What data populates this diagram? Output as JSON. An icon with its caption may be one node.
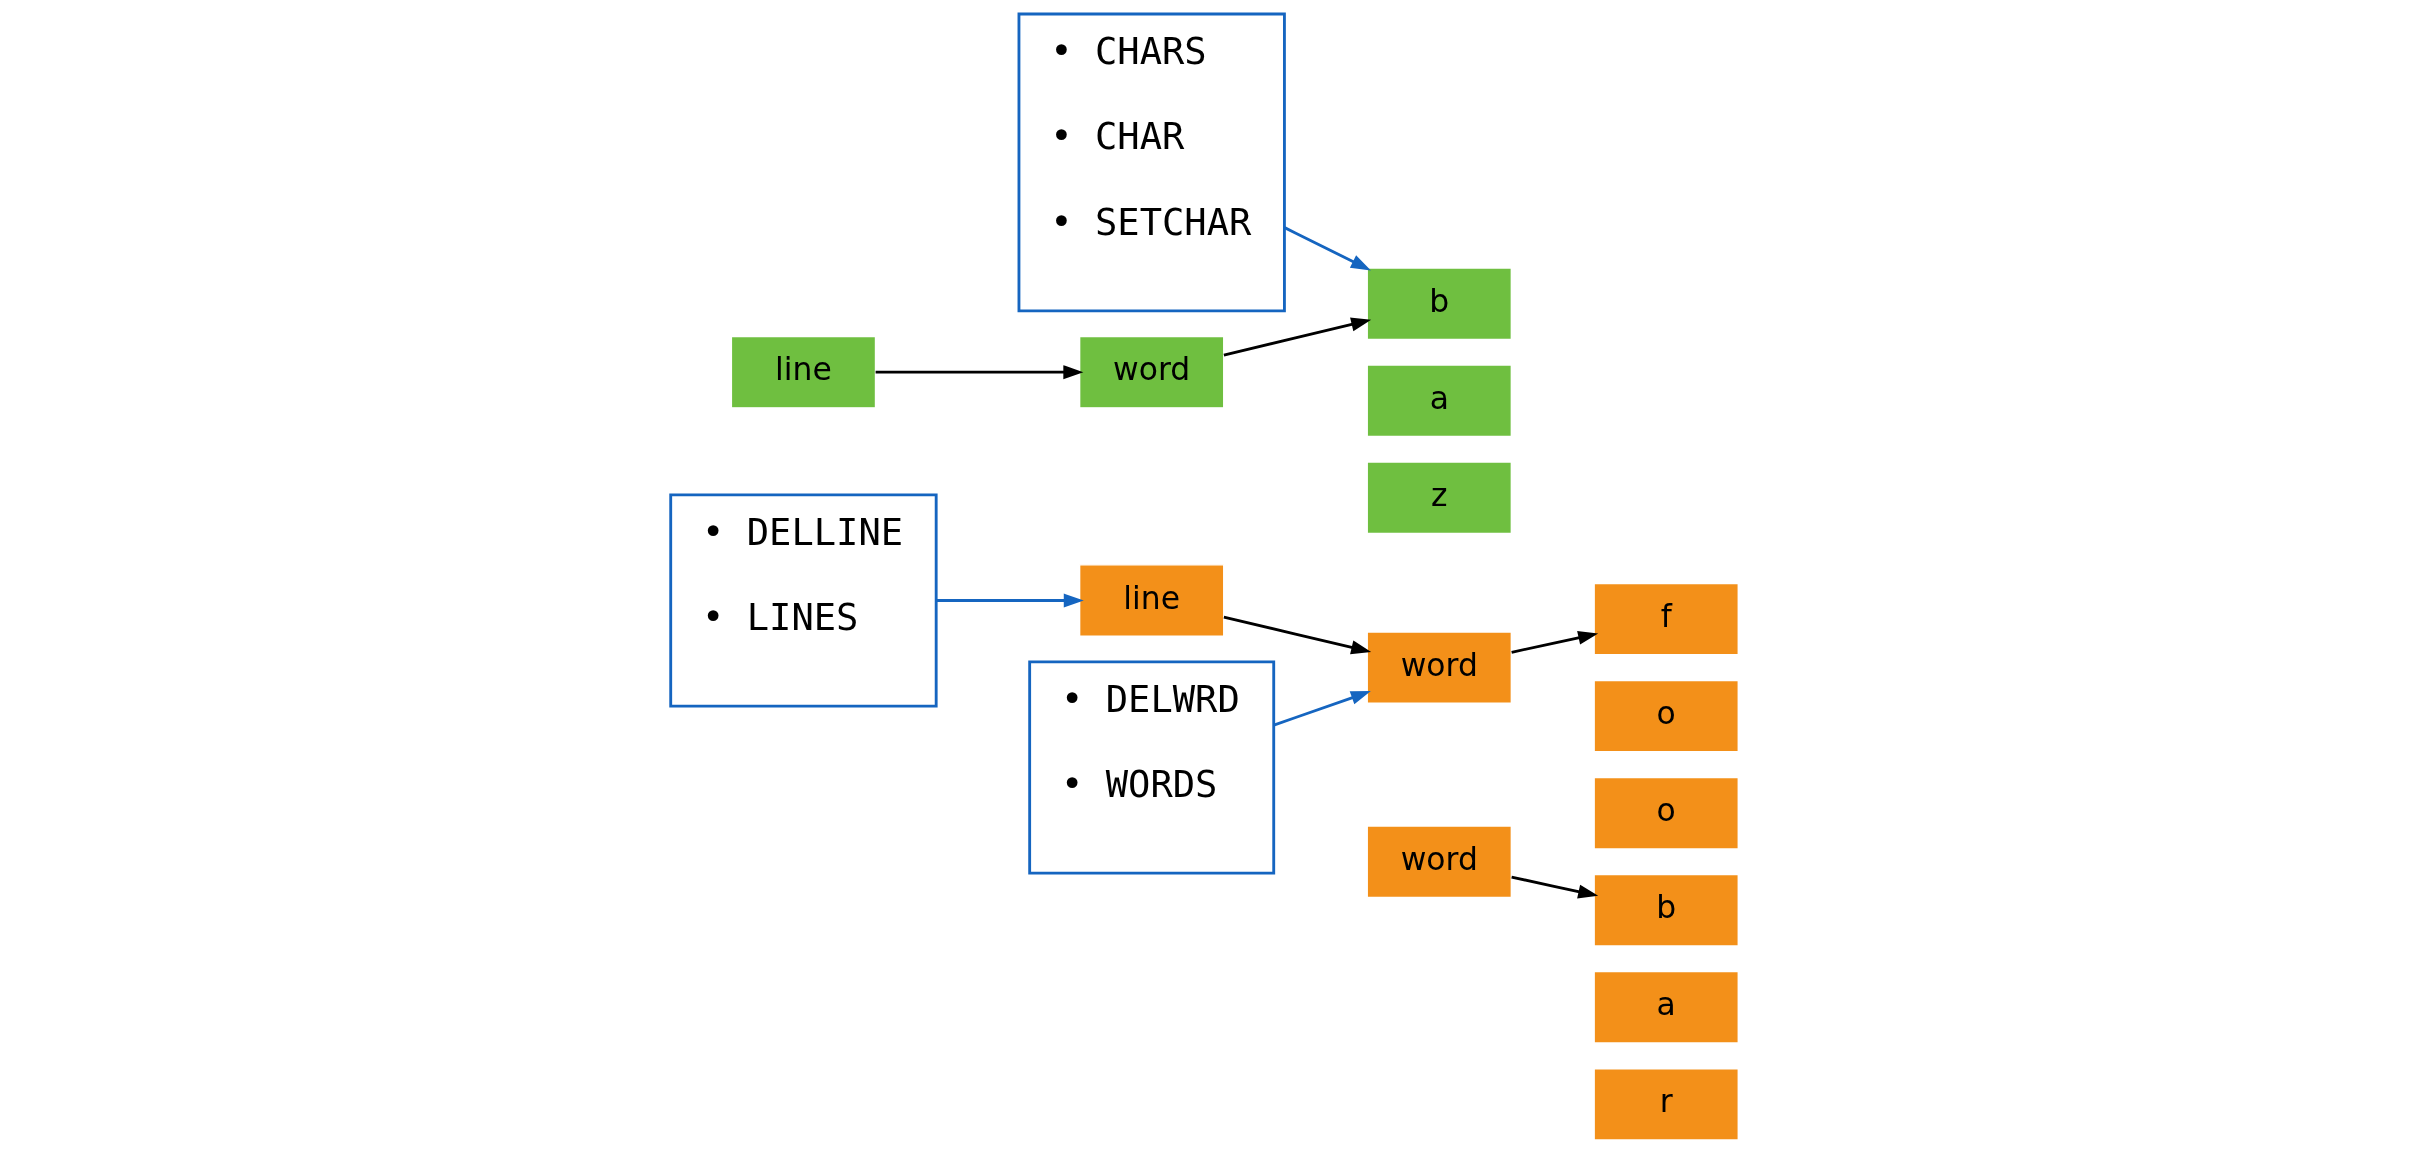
{
  "diagram": {
    "nodes": [
      {
        "text": [
          "• DELLINE",
          "• LINES"
        ]
      },
      {
        "text": [
          "• DELWRD",
          "• WORDS"
        ]
      },
      {
        "text": [
          "• CHARS",
          "• CHAR",
          "• SETCHAR"
        ]
      },
      {
        "text": [
          "line"
        ]
      },
      {
        "text": [
          "word"
        ]
      },
      {
        "text": [
          "word"
        ]
      },
      {
        "text": [
          "f"
        ]
      },
      {
        "text": [
          "o"
        ]
      },
      {
        "text": [
          "o"
        ]
      },
      {
        "text": [
          "b"
        ]
      },
      {
        "text": [
          "a"
        ]
      },
      {
        "text": [
          "r"
        ]
      },
      {
        "text": [
          "line"
        ]
      },
      {
        "text": [
          "word"
        ]
      },
      {
        "text": [
          "b"
        ]
      },
      {
        "text": [
          "a"
        ]
      },
      {
        "text": [
          "z"
        ]
      }
    ],
    "edges": [
      {
        "from": 0,
        "to": 3,
        "arrow": "to",
        "color": "#1565c0"
      },
      {
        "from": 1,
        "to": 4,
        "arrow": "to",
        "color": "#1565c0"
      },
      {
        "from": 2,
        "to": 14,
        "arrow": "to",
        "color": "#1565c0"
      },
      {
        "from": 3,
        "to": 4,
        "arrow": "to"
      },
      {
        "from": 4,
        "to": 6,
        "arrow": "to"
      },
      {
        "from": 5,
        "to": 9,
        "arrow": "to"
      },
      {
        "from": 12,
        "to": 13,
        "arrow": "to"
      },
      {
        "from": 13,
        "to": 14,
        "arrow": "to"
      }
    ]
  }
}
